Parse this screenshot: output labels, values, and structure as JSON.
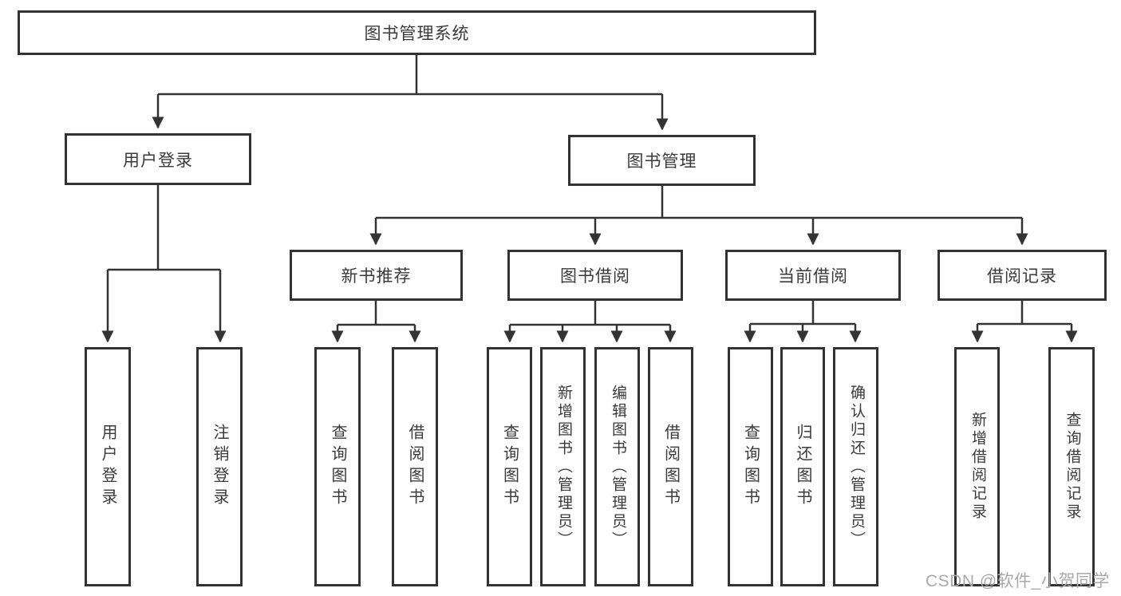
{
  "tree": {
    "label": "图书管理系统",
    "children": [
      {
        "label": "用户登录",
        "children": [
          {
            "label": "用户登录"
          },
          {
            "label": "注销登录"
          }
        ]
      },
      {
        "label": "图书管理",
        "children": [
          {
            "label": "新书推荐",
            "children": [
              {
                "label": "查询图书"
              },
              {
                "label": "借阅图书"
              }
            ]
          },
          {
            "label": "图书借阅",
            "children": [
              {
                "label": "查询图书"
              },
              {
                "label": "新增图书（管理员）"
              },
              {
                "label": "编辑图书（管理员）"
              },
              {
                "label": "借阅图书"
              }
            ]
          },
          {
            "label": "当前借阅",
            "children": [
              {
                "label": "查询图书"
              },
              {
                "label": "归还图书"
              },
              {
                "label": "确认归还（管理员）"
              }
            ]
          },
          {
            "label": "借阅记录",
            "children": [
              {
                "label": "新增借阅记录"
              },
              {
                "label": "查询借阅记录"
              }
            ]
          }
        ]
      }
    ]
  },
  "watermark": "CSDN @软件_小贺同学",
  "colors": {
    "line": "#333333",
    "box_border": "#333333",
    "text": "#3a3a3a",
    "watermark": "#a9a9a9",
    "background": "#ffffff"
  }
}
